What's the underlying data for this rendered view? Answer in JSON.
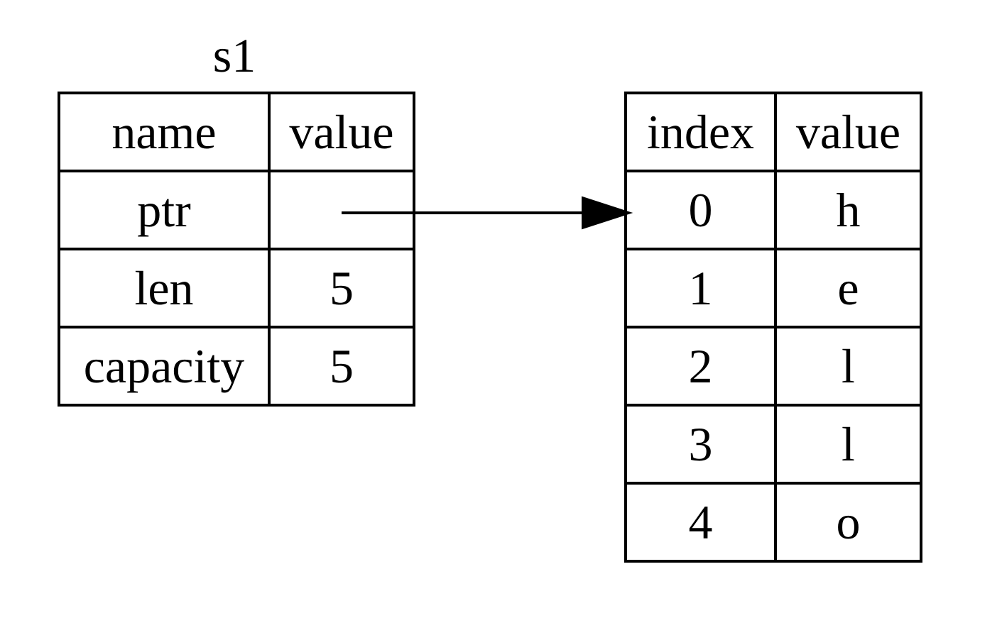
{
  "s1": {
    "title": "s1",
    "headers": [
      "name",
      "value"
    ],
    "rows": [
      [
        "ptr",
        ""
      ],
      [
        "len",
        "5"
      ],
      [
        "capacity",
        "5"
      ]
    ]
  },
  "heap": {
    "headers": [
      "index",
      "value"
    ],
    "rows": [
      [
        "0",
        "h"
      ],
      [
        "1",
        "e"
      ],
      [
        "2",
        "l"
      ],
      [
        "3",
        "l"
      ],
      [
        "4",
        "o"
      ]
    ]
  },
  "colors": {
    "line": "#000000",
    "background": "#ffffff"
  }
}
